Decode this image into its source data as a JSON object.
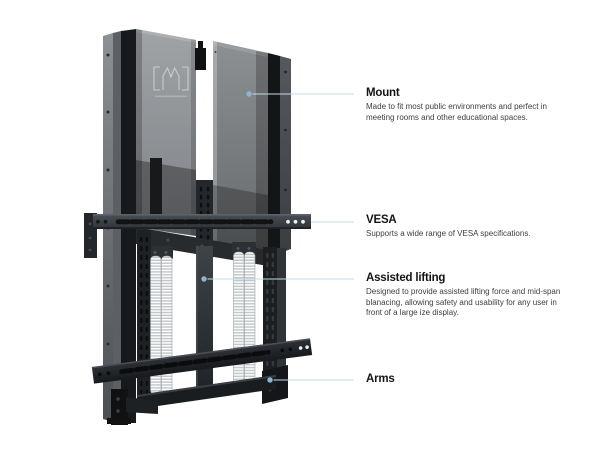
{
  "figure": {
    "type": "product-callout-diagram",
    "background": "#ffffff",
    "product_kind": "motorized display wall mount",
    "brand_mark": "m-bracket-logo"
  },
  "style": {
    "callout_line_color": "#c3dce7",
    "callout_dot_color": "#8ab7cd",
    "heading_color": "#141414",
    "body_color": "#3e3e3e"
  },
  "callouts": [
    {
      "title": "Mount",
      "lines": [
        "Made to fit most public environments and perfect in",
        "meeting rooms and other educational spaces."
      ]
    },
    {
      "title": "VESA",
      "lines": [
        "Supports a wide range of VESA specifications."
      ]
    },
    {
      "title": "Assisted lifting",
      "lines": [
        "Designed to provide assisted lifting force and mid-span",
        "blanacing, allowing safety and usability for any user in",
        "front of a large ize display."
      ]
    },
    {
      "title": "Arms",
      "lines": []
    }
  ]
}
